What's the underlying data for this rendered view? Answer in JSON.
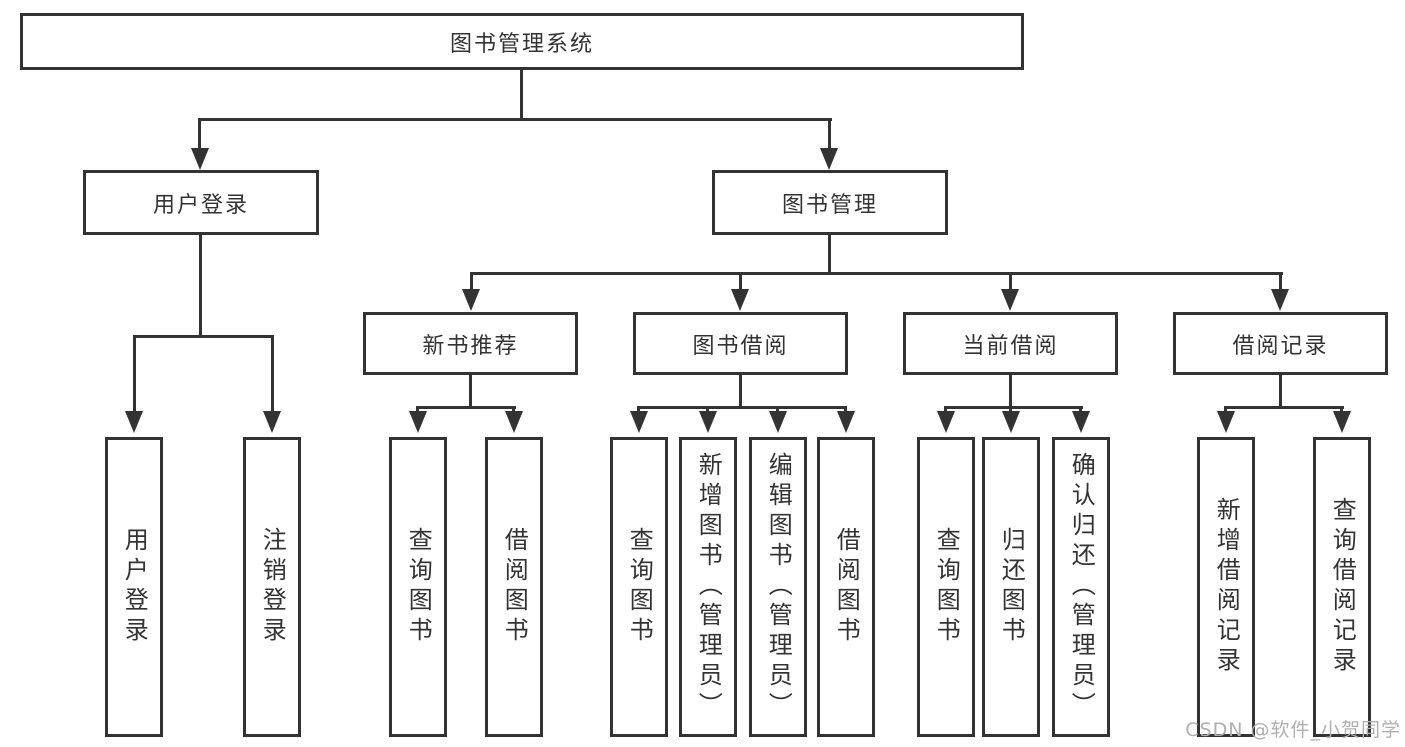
{
  "diagram": {
    "root": "图书管理系统",
    "level1": [
      "用户登录",
      "图书管理"
    ],
    "level2": [
      "新书推荐",
      "图书借阅",
      "当前借阅",
      "借阅记录"
    ],
    "leaves": {
      "user_login": [
        "用户登录",
        "注销登录"
      ],
      "new_book_recommend": [
        "查询图书",
        "借阅图书"
      ],
      "book_borrow": [
        "查询图书",
        "新增图书（管理员）",
        "编辑图书（管理员）",
        "借阅图书"
      ],
      "current_borrow": [
        "查询图书",
        "归还图书",
        "确认归还（管理员）"
      ],
      "borrow_records": [
        "新增借阅记录",
        "查询借阅记录"
      ]
    }
  },
  "watermark": "CSDN @软件_小贺同学",
  "colors": {
    "line": "#333333",
    "text": "#333333",
    "background": "#ffffff",
    "watermark": "#b0b0b0"
  }
}
